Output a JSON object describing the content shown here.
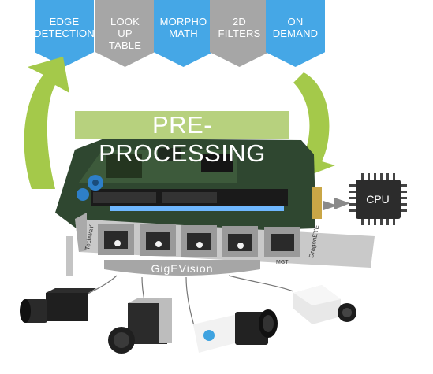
{
  "colors": {
    "blue": "#45a7e6",
    "gray": "#a6a6a6",
    "green": "#a4c94a",
    "banner_bg": "#b3cf77",
    "cpu": "#2c2c2c",
    "pcb": "#2f4730"
  },
  "tiles": [
    {
      "label": "EDGE\nDETECTION",
      "color": "blue"
    },
    {
      "label": "LOOK\nUP\nTABLE",
      "color": "gray"
    },
    {
      "label": "MORPHO\nMATH",
      "color": "blue"
    },
    {
      "label": "2D\nFILTERS",
      "color": "gray"
    },
    {
      "label": "ON\nDEMAND",
      "color": "blue"
    }
  ],
  "banner": {
    "text": "PRE-PROCESSING"
  },
  "card": {
    "brand_left": "TechwaY",
    "brand_right": "DragonEYE",
    "port_label": "MGT",
    "interface": "GigEVision"
  },
  "cpu": {
    "label": "CPU"
  },
  "icons": [
    "curved-arrow-left-icon",
    "curved-arrow-right-icon",
    "double-chevron-icon",
    "cpu-chip-icon",
    "camera-icon"
  ]
}
